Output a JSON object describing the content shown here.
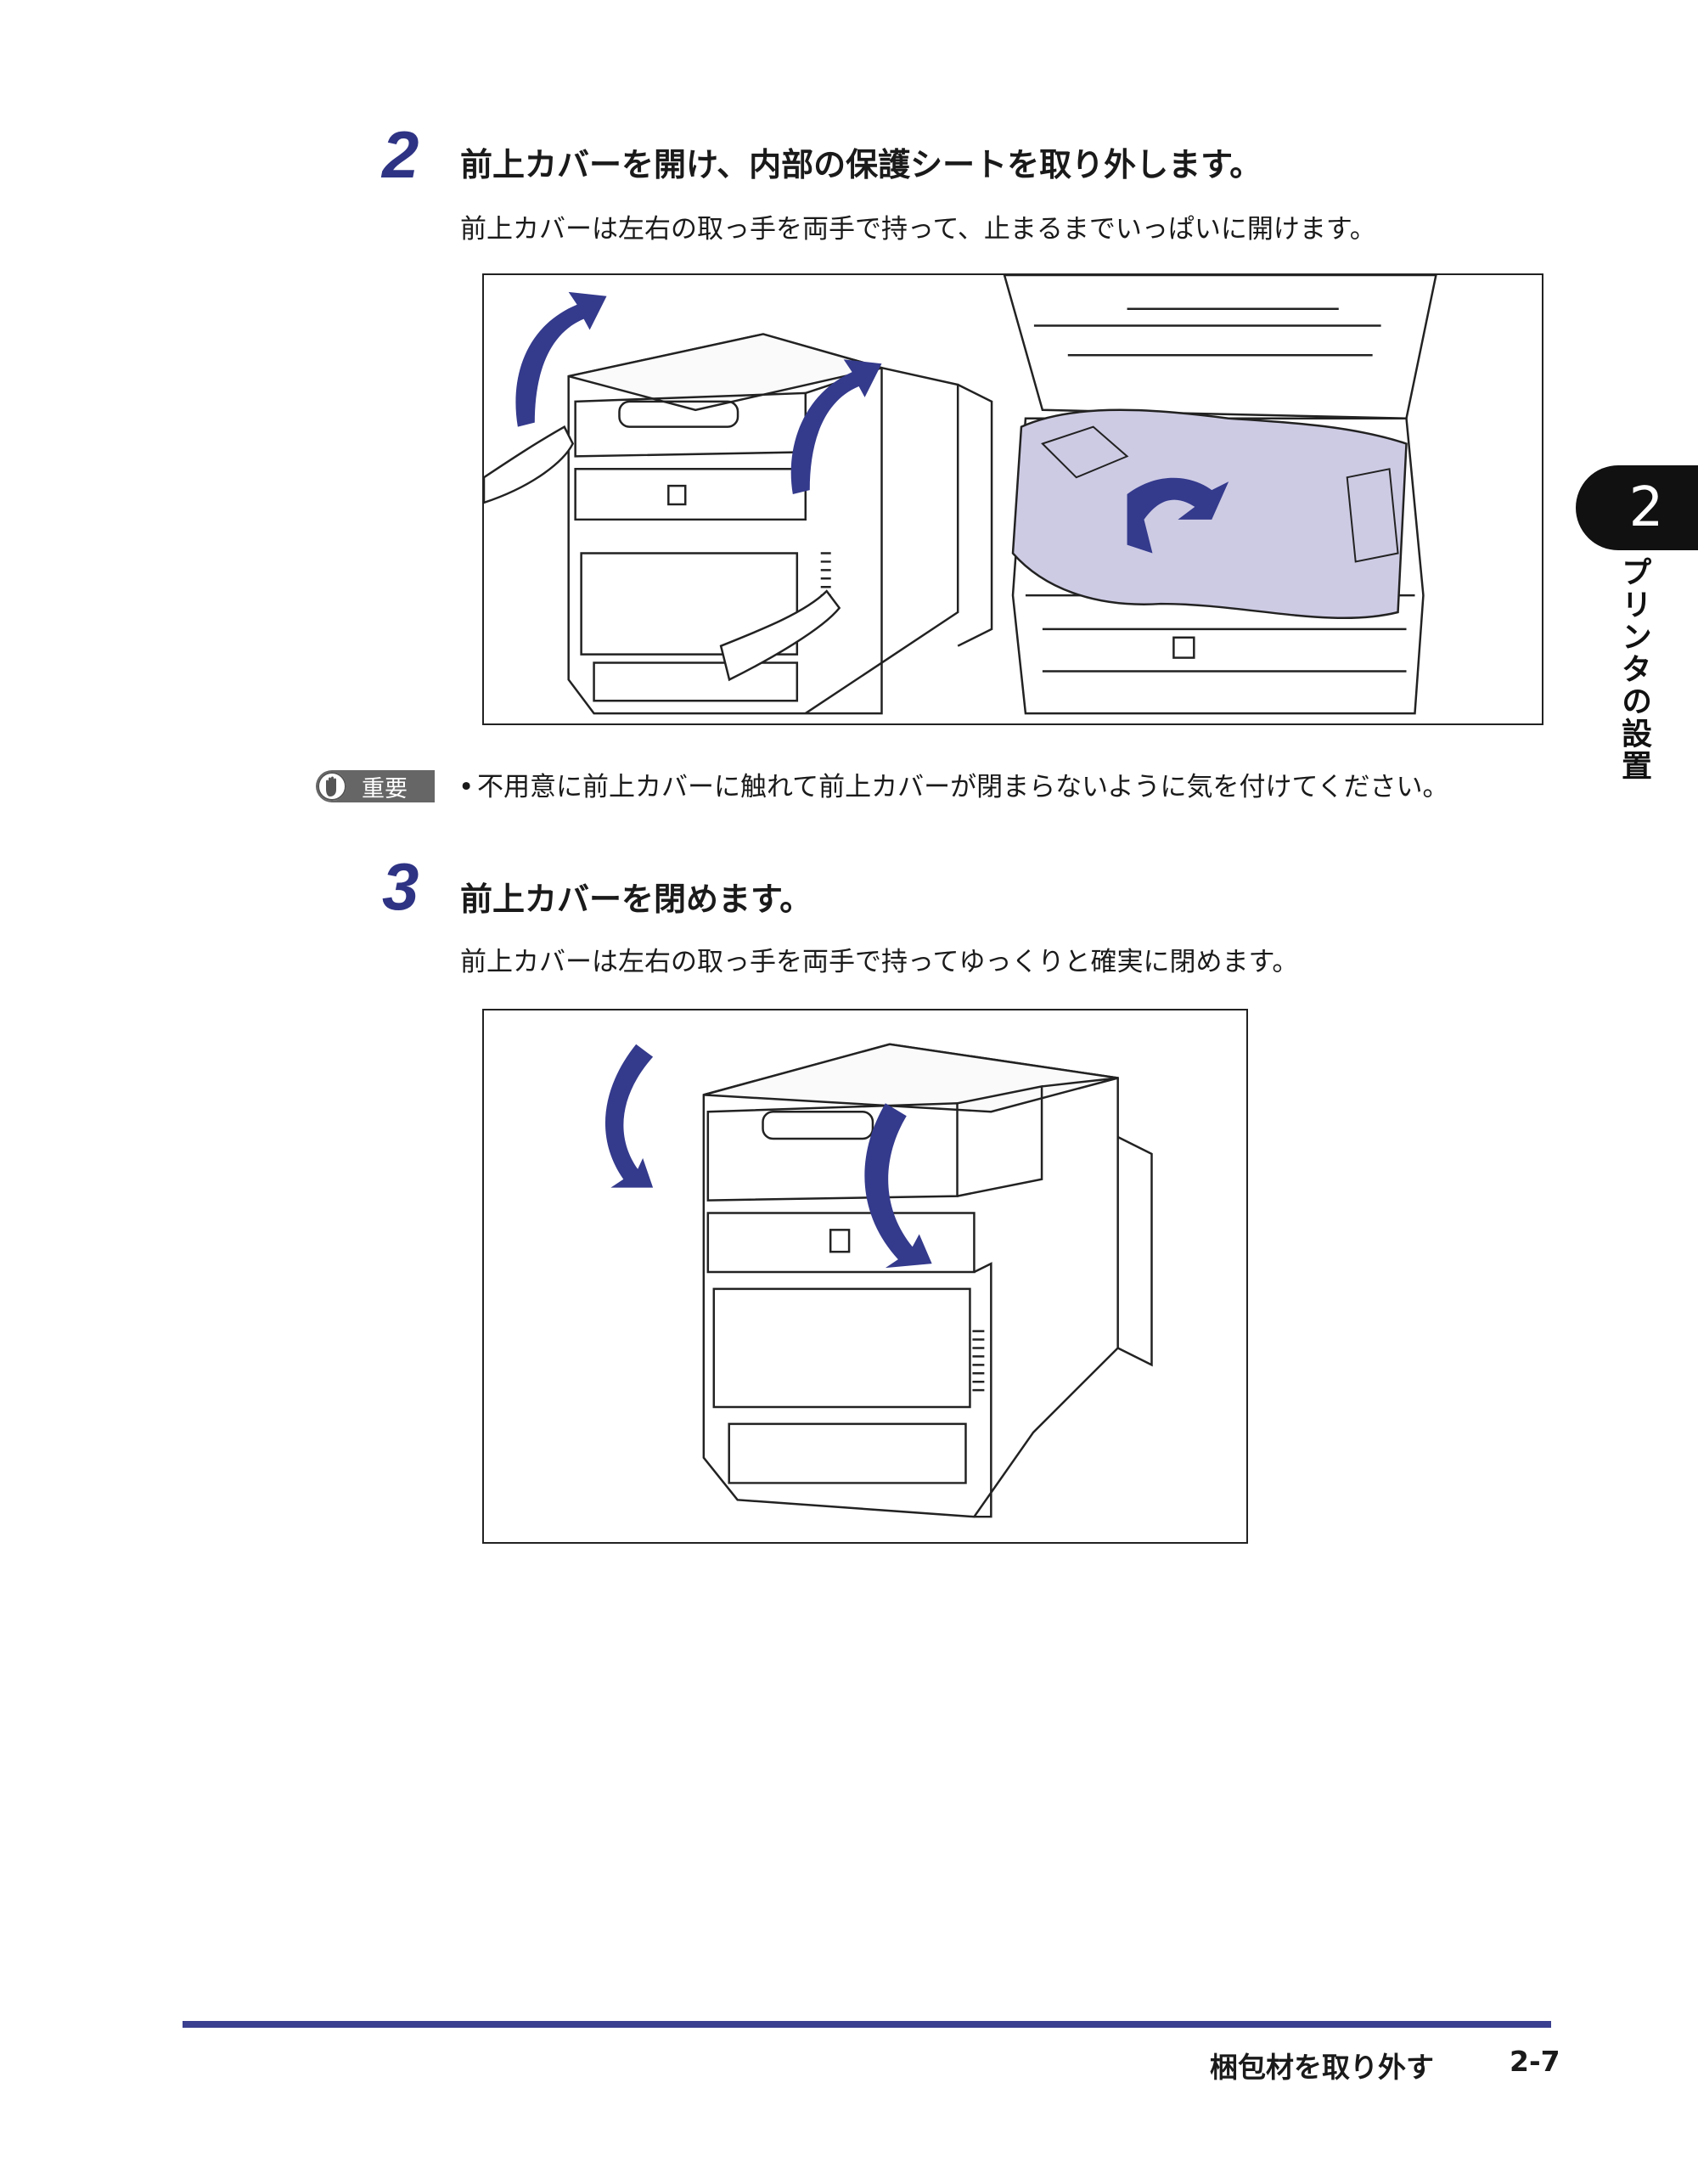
{
  "chapter": {
    "number": "2",
    "title": "プリンタの設置"
  },
  "steps": [
    {
      "number": "2",
      "heading": "前上カバーを開け、内部の保護シートを取り外します。",
      "text": "前上カバーは左右の取っ手を両手で持って、止まるまでいっぱいに開けます。"
    },
    {
      "number": "3",
      "heading": "前上カバーを閉めます。",
      "text": "前上カバーは左右の取っ手を両手で持ってゆっくりと確実に閉めます。"
    }
  ],
  "important": {
    "label": "重要",
    "text": "不用意に前上カバーに触れて前上カバーが閉まらないように気を付けてください。"
  },
  "footer": {
    "section": "梱包材を取り外す",
    "page": "2-7"
  },
  "colors": {
    "accent": "#2e3384",
    "arrow": "#343a8c",
    "sheet": "#cdcbe4"
  }
}
